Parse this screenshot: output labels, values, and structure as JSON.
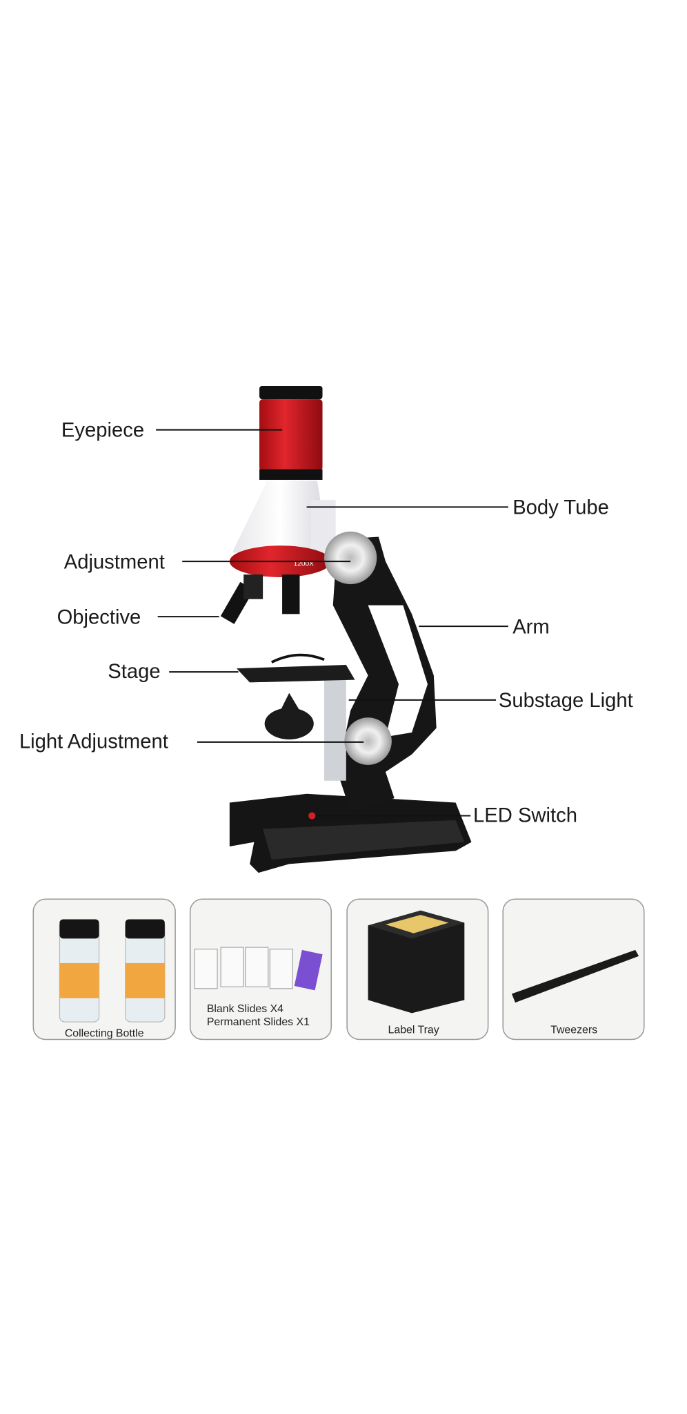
{
  "labels": {
    "eyepiece": "Eyepiece",
    "body_tube": "Body Tube",
    "adjustment": "Adjustment",
    "objective": "Objective",
    "arm": "Arm",
    "stage": "Stage",
    "substage_light": "Substage Light",
    "light_adjustment": "Light Adjustment",
    "led_switch": "LED Switch"
  },
  "magnification": "1200X",
  "accessories": [
    {
      "label": "Collecting Bottle"
    },
    {
      "label_line1": "Blank Slides X4",
      "label_line2": "Permanent Slides X1"
    },
    {
      "label": "Label Tray"
    },
    {
      "label": "Tweezers"
    }
  ],
  "colors": {
    "eyepiece_red": "#c8161d",
    "body_black": "#141414",
    "tube_white": "#f4f4f6"
  }
}
